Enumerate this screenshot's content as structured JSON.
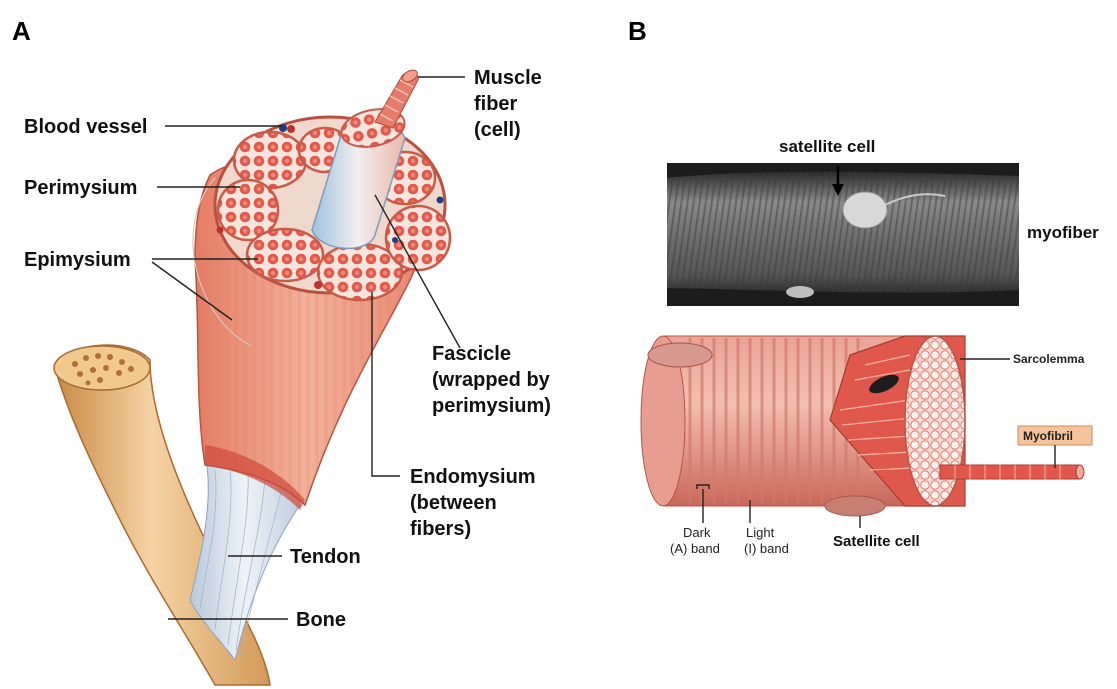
{
  "panel_a": {
    "letter": "A",
    "labels": {
      "blood_vessel": "Blood vessel",
      "perimysium": "Perimysium",
      "epimysium": "Epimysium",
      "muscle_fiber_1": "Muscle",
      "muscle_fiber_2": "fiber",
      "muscle_fiber_3": "(cell)",
      "fascicle_1": "Fascicle",
      "fascicle_2": "(wrapped by",
      "fascicle_3": "perimysium)",
      "endomysium_1": "Endomysium",
      "endomysium_2": "(between",
      "endomysium_3": "fibers)",
      "tendon": "Tendon",
      "bone": "Bone"
    }
  },
  "panel_b": {
    "letter": "B",
    "micrograph": {
      "satellite_cell": "satellite cell",
      "myofiber": "myofiber"
    },
    "illustration": {
      "sarcolemma": "Sarcolemma",
      "myofibril": "Myofibril",
      "dark_1": "Dark",
      "dark_2": "(A) band",
      "light_1": "Light",
      "light_2": "(I) band",
      "satellite_cell": "Satellite cell"
    }
  },
  "colors": {
    "muscle_red": "#d9483a",
    "muscle_light": "#f2a08a",
    "bone_tan": "#e9b77a",
    "tendon_blue": "#c9d6e6",
    "micrograph_gray": "#7a7a7a",
    "myofibril_box": "#f6c49a"
  }
}
